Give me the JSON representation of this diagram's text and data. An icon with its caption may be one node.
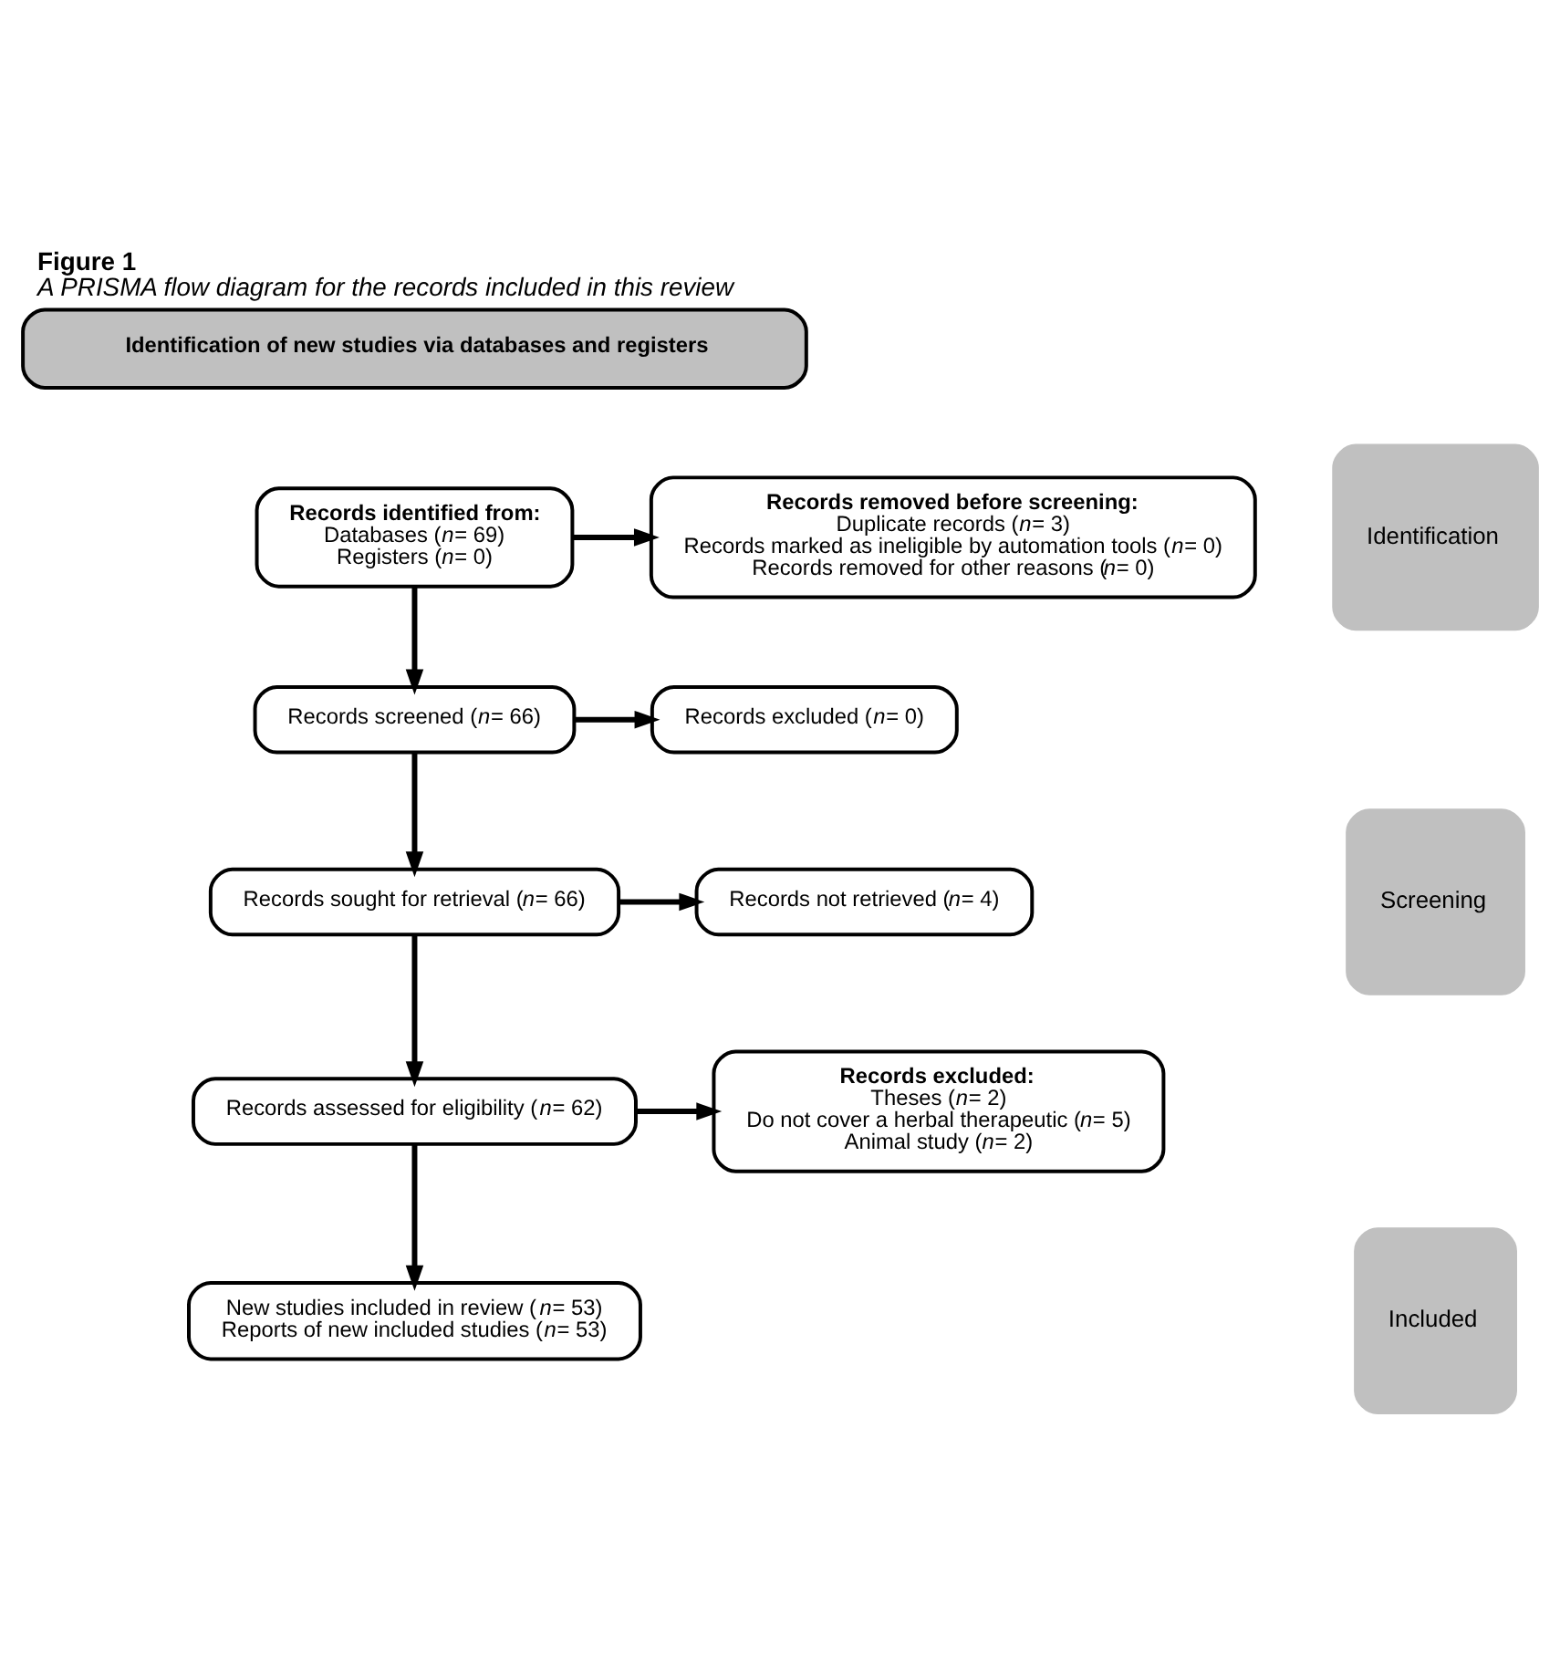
{
  "diagram": {
    "title": "Figure 1",
    "caption": "A PRISMA flow diagram for the records included in this review",
    "nodes": [
      {
        "text": [
          "Identification of new studies via databases and registers"
        ]
      },
      {
        "text": [
          "Identification"
        ]
      },
      {
        "text": [
          "Records identified from:",
          "Databases (*n*= 69)",
          "Registers (*n*= 0)"
        ]
      },
      {
        "text": [
          "Records removed before screening:",
          "Duplicate records (*n*= 3)",
          "Records marked as ineligible by automation tools (*n*= 0)",
          "Records removed for other reasons (*n*= 0)"
        ]
      },
      {
        "text": [
          "Screening"
        ]
      },
      {
        "text": [
          "Records screened (*n*= 66)"
        ]
      },
      {
        "text": [
          "Records excluded (*n*= 0)"
        ]
      },
      {
        "text": [
          "Records sought for retrieval (*n*= 66)"
        ]
      },
      {
        "text": [
          "Records not retrieved (*n*= 4)"
        ]
      },
      {
        "text": [
          "Records assessed for eligibility (*n*= 62)"
        ]
      },
      {
        "text": [
          "Records excluded:",
          "Theses (*n*= 2)",
          "Do not cover a herbal therapeutic (*n*= 5)",
          "Animal study (*n*= 2)"
        ]
      },
      {
        "text": [
          "Included"
        ]
      },
      {
        "text": [
          "New studies included in review (*n*= 53)",
          "Reports of new included studies (*n*= 53)"
        ]
      }
    ],
    "edges": [
      {
        "from": 2,
        "to": 3,
        "arrow": "to"
      },
      {
        "from": 2,
        "to": 5,
        "arrow": "to"
      },
      {
        "from": 5,
        "to": 6,
        "arrow": "to"
      },
      {
        "from": 5,
        "to": 7,
        "arrow": "to"
      },
      {
        "from": 7,
        "to": 8,
        "arrow": "to"
      },
      {
        "from": 7,
        "to": 9,
        "arrow": "to"
      },
      {
        "from": 9,
        "to": 10,
        "arrow": "to"
      },
      {
        "from": 9,
        "to": 12,
        "arrow": "to"
      }
    ]
  }
}
